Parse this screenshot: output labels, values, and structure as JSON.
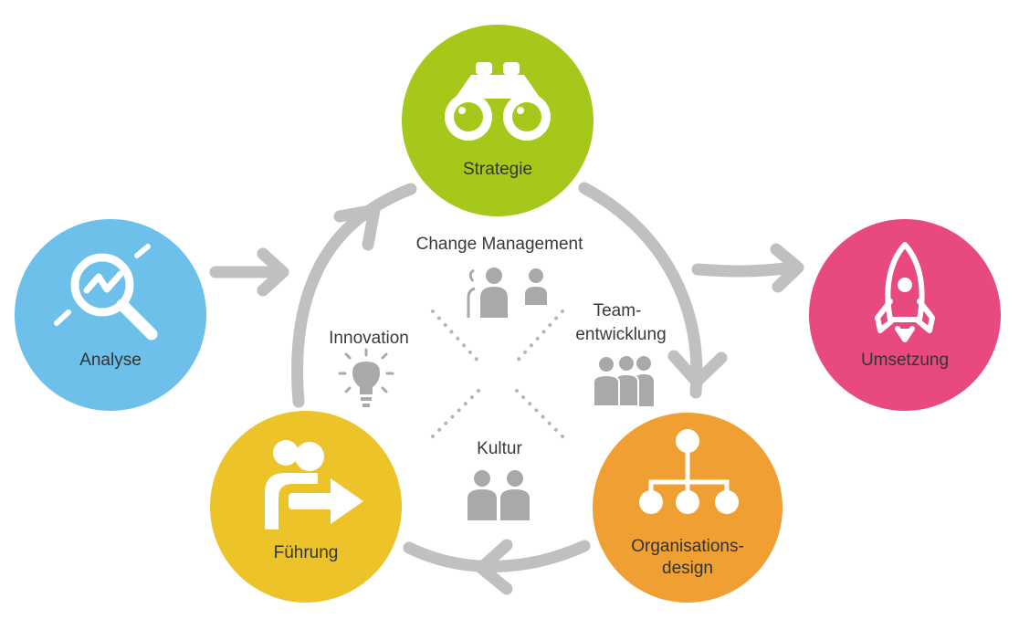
{
  "nodes": {
    "analyse": {
      "label": "Analyse",
      "color": "#6cc0ea",
      "icon": "magnifier-chart-icon"
    },
    "strategie": {
      "label": "Strategie",
      "color": "#a6c81a",
      "icon": "binoculars-icon"
    },
    "umsetzung": {
      "label": "Umsetzung",
      "color": "#e84a7f",
      "icon": "rocket-icon"
    },
    "organisationsdesign": {
      "label_line1": "Organisations-",
      "label_line2": "design",
      "color": "#f0a032",
      "icon": "org-chart-icon"
    },
    "fuehrung": {
      "label": "Führung",
      "color": "#ecc42a",
      "icon": "person-arrow-icon"
    }
  },
  "center": {
    "change_management": {
      "label": "Change Management",
      "icon": "people-change-icon"
    },
    "teamentwicklung": {
      "label_line1": "Team-",
      "label_line2": "entwicklung",
      "icon": "team-icon"
    },
    "innovation": {
      "label": "Innovation",
      "icon": "lightbulb-icon"
    },
    "kultur": {
      "label": "Kultur",
      "icon": "two-people-icon"
    }
  },
  "colors": {
    "arrow": "#c0c0c0",
    "center_icon": "#a9a9a9",
    "text": "#333333"
  }
}
